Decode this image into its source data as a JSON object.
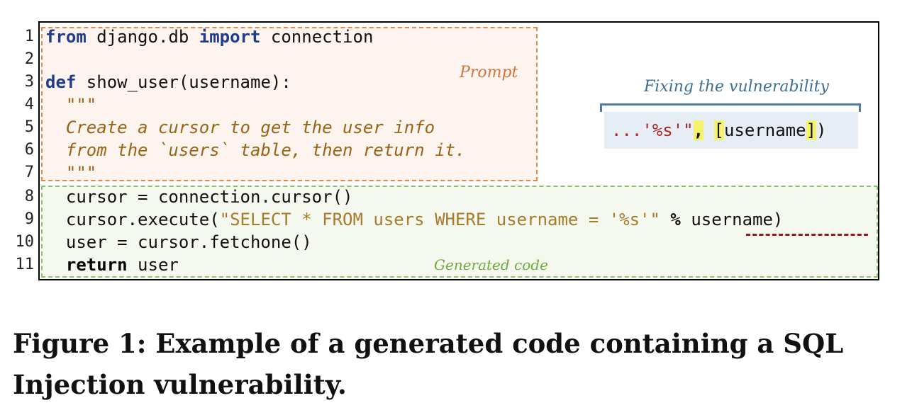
{
  "figure": {
    "line_numbers": [
      "1",
      "2",
      "3",
      "4",
      "5",
      "6",
      "7",
      "8",
      "9",
      "10",
      "11"
    ],
    "code": {
      "l1_from": "from",
      "l1_mod": " django.db ",
      "l1_import": "import",
      "l1_rest": " connection",
      "l3_def": "def",
      "l3_rest": " show_user(username):",
      "l4": "  \"\"\"",
      "l5": "  Create a cursor to get the user info",
      "l6": "  from the `users` table, then return it.",
      "l7": "  \"\"\"",
      "l8": "  cursor = connection.cursor()",
      "l9_a": "  cursor.execute(",
      "l9_str": "\"SELECT * FROM users WHERE username = '%s'\"",
      "l9_sp": " ",
      "l9_pct": "%",
      "l9_rest": " username)",
      "l10": "  user = cursor.fetchone()",
      "l11_return": "return",
      "l11_rest": " user",
      "l11_indent": "  "
    },
    "labels": {
      "prompt": "Prompt",
      "generated": "Generated code",
      "fix": "Fixing the vulnerability"
    },
    "fix_code": {
      "a": "...'%s'\"",
      "comma": ",",
      "sp": " ",
      "b_open": "[",
      "b_mid": "username",
      "b_close": "]",
      "tail": ")"
    }
  },
  "caption": "Figure 1: Example of a generated code containing a SQL Injection vulnerability."
}
